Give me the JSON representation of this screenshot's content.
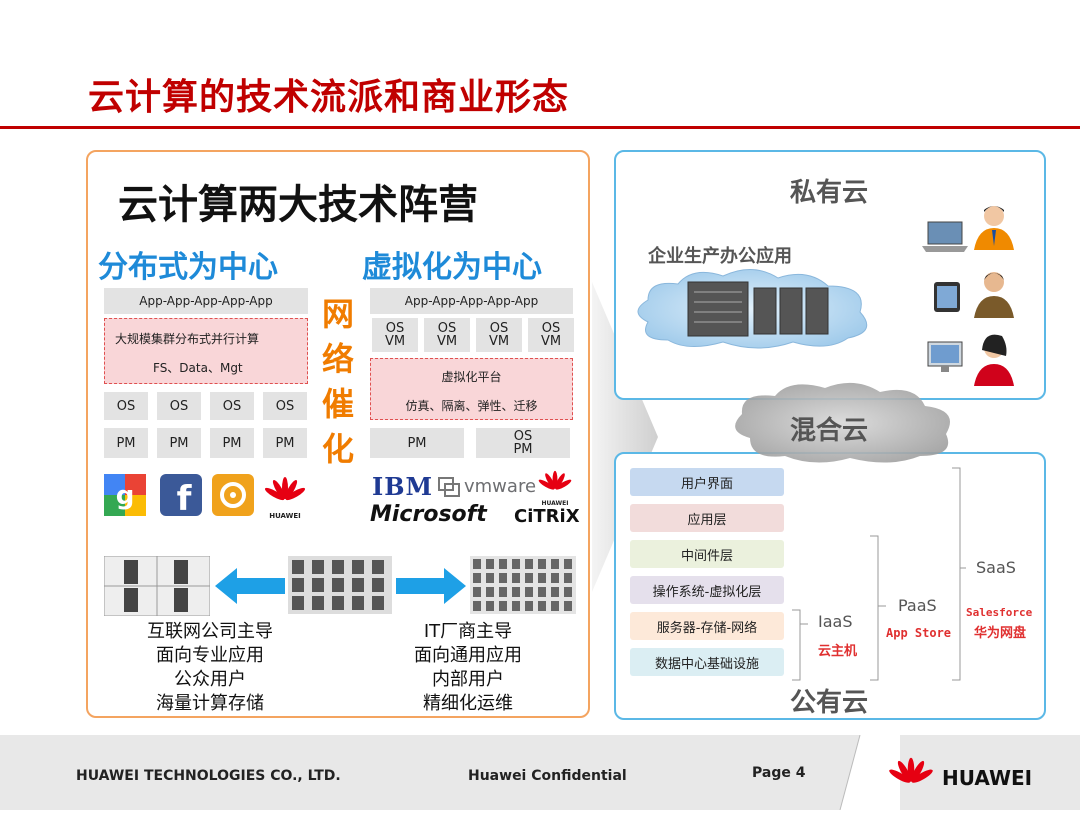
{
  "slide": {
    "title": "云计算的技术流派和商业形态"
  },
  "left": {
    "heading": "云计算两大技术阵营",
    "camp_distributed": "分布式为中心",
    "camp_virtual": "虚拟化为中心",
    "vertical_label": [
      "网",
      "络",
      "催",
      "化"
    ],
    "dist_stack": {
      "apps": "App-App-App-App-App",
      "cluster_line1": "大规模集群分布式并行计算",
      "cluster_line2": "FS、Data、Mgt",
      "os": [
        "OS",
        "OS",
        "OS",
        "OS"
      ],
      "pm": [
        "PM",
        "PM",
        "PM",
        "PM"
      ]
    },
    "virt_stack": {
      "apps": "App-App-App-App-App",
      "osvm": [
        {
          "os": "OS",
          "vm": "VM"
        },
        {
          "os": "OS",
          "vm": "VM"
        },
        {
          "os": "OS",
          "vm": "VM"
        },
        {
          "os": "OS",
          "vm": "VM"
        }
      ],
      "platform_line1": "虚拟化平台",
      "platform_line2": "仿真、隔离、弹性、迁移",
      "pm": "PM",
      "ospm_os": "OS",
      "ospm_pm": "PM"
    },
    "logos_left_huawei": "HUAWEI",
    "logos_right": {
      "ibm": "IBM",
      "vmware": "vmware",
      "microsoft": "Microsoft",
      "citrix": "CiTRiX",
      "huawei": "HUAWEI"
    },
    "caption_left": [
      "互联网公司主导",
      "面向专业应用",
      "公众用户",
      "海量计算存储"
    ],
    "caption_right": [
      "IT厂商主导",
      "面向通用应用",
      "内部用户",
      "精细化运维"
    ]
  },
  "right": {
    "private_label": "私有云",
    "enterprise_app": "企业生产办公应用",
    "hybrid_label": "混合云",
    "public_label": "公有云",
    "layers": [
      {
        "label": "用户界面",
        "color": "#c6d9f0"
      },
      {
        "label": "应用层",
        "color": "#f2dcdb"
      },
      {
        "label": "中间件层",
        "color": "#ebf1dd"
      },
      {
        "label": "操作系统-虚拟化层",
        "color": "#e5e0ec"
      },
      {
        "label": "服务器-存储-网络",
        "color": "#fde9d9"
      },
      {
        "label": "数据中心基础设施",
        "color": "#dbeef3"
      }
    ],
    "iaas": "IaaS",
    "iaas_example": "云主机",
    "paas": "PaaS",
    "paas_example": "App Store",
    "saas": "SaaS",
    "saas_example1": "Salesforce",
    "saas_example2": "华为网盘"
  },
  "colors": {
    "title_red": "#c00000",
    "camp_blue": "#1e8ad8",
    "orange": "#f07c00",
    "panel_blue_border": "#5bb8e6",
    "panel_orange_border": "#f4a460"
  },
  "footer": {
    "company": "HUAWEI TECHNOLOGIES CO., LTD.",
    "confidential": "Huawei Confidential",
    "page": "Page 4",
    "brand": "HUAWEI"
  }
}
